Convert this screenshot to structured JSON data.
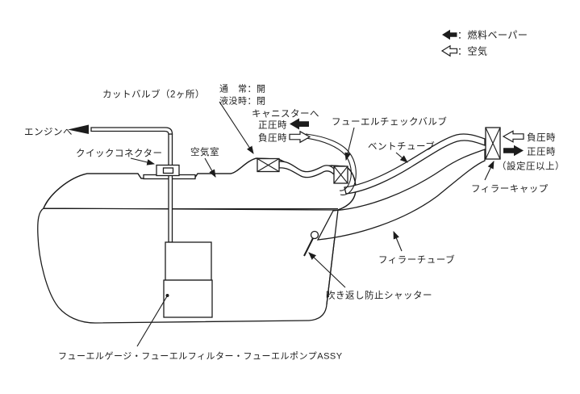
{
  "legend": {
    "fuel_vapor_label": "：燃料ベーパー",
    "air_label": "：空気"
  },
  "labels": {
    "engine": "エンジンへ",
    "quick_connector": "クイックコネクター",
    "air_chamber": "空気室",
    "cut_valve": "カットバルブ（2ヶ所）",
    "cut_valve_normal": "通　常：開",
    "cut_valve_submerged": "液没時：閉",
    "to_canister": "キャニスターへ",
    "canister_positive": "正圧時",
    "canister_negative": "負圧時",
    "fuel_check_valve": "フューエルチェックバルブ",
    "vent_tube": "ベントチューブ",
    "cap_negative": "負圧時",
    "cap_positive": "正圧時",
    "cap_set_pressure": "（設定圧以上）",
    "filler_cap": "フィラーキャップ",
    "filler_tube": "フィラーチューブ",
    "shutter": "吹き返し防止シャッター",
    "pump_assy": "フューエルゲージ・フューエルフィルター・フューエルポンプASSY"
  },
  "colors": {
    "line": "#1c1c1c",
    "background": "#ffffff"
  }
}
